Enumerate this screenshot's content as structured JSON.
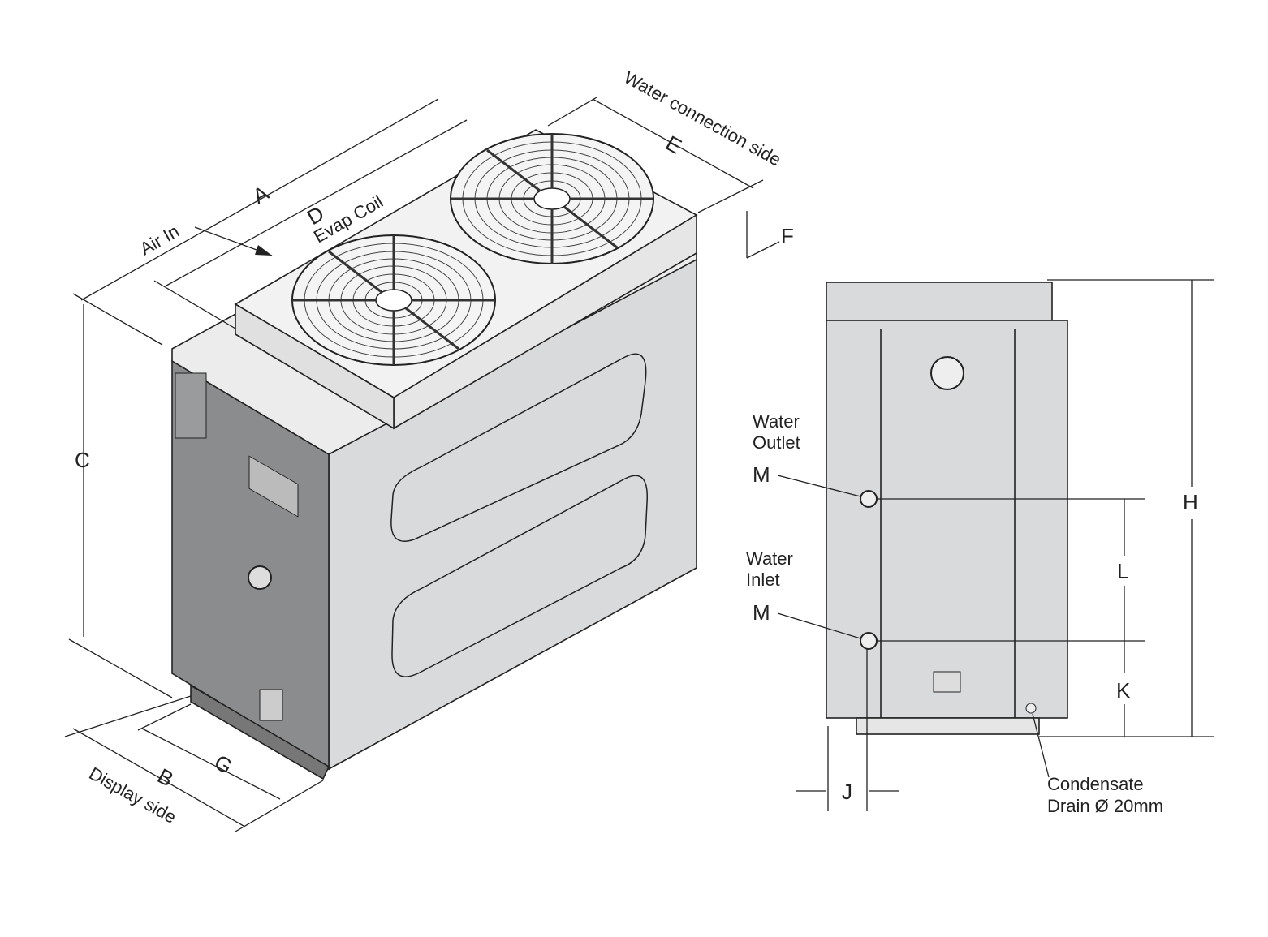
{
  "iso_view": {
    "dim_a": "A",
    "dim_d": "D",
    "air_in": "Air In",
    "evap_coil": "Evap Coil",
    "water_connection_side": "Water connection side",
    "dim_e": "E",
    "dim_f": "F",
    "dim_c": "C",
    "dim_b": "B",
    "dim_g": "G",
    "display_side": "Display side"
  },
  "side_view": {
    "water_outlet_line1": "Water",
    "water_outlet_line2": "Outlet",
    "water_inlet_line1": "Water",
    "water_inlet_line2": "Inlet",
    "m_outlet": "M",
    "m_inlet": "M",
    "dim_h": "H",
    "dim_l": "L",
    "dim_k": "K",
    "dim_j": "J",
    "drain_line1": "Condensate",
    "drain_line2": "Drain Ø 20mm"
  },
  "colors": {
    "dark_panel": "#8a8c8e",
    "light_panel": "#d9dadb",
    "top": "#ececec"
  }
}
